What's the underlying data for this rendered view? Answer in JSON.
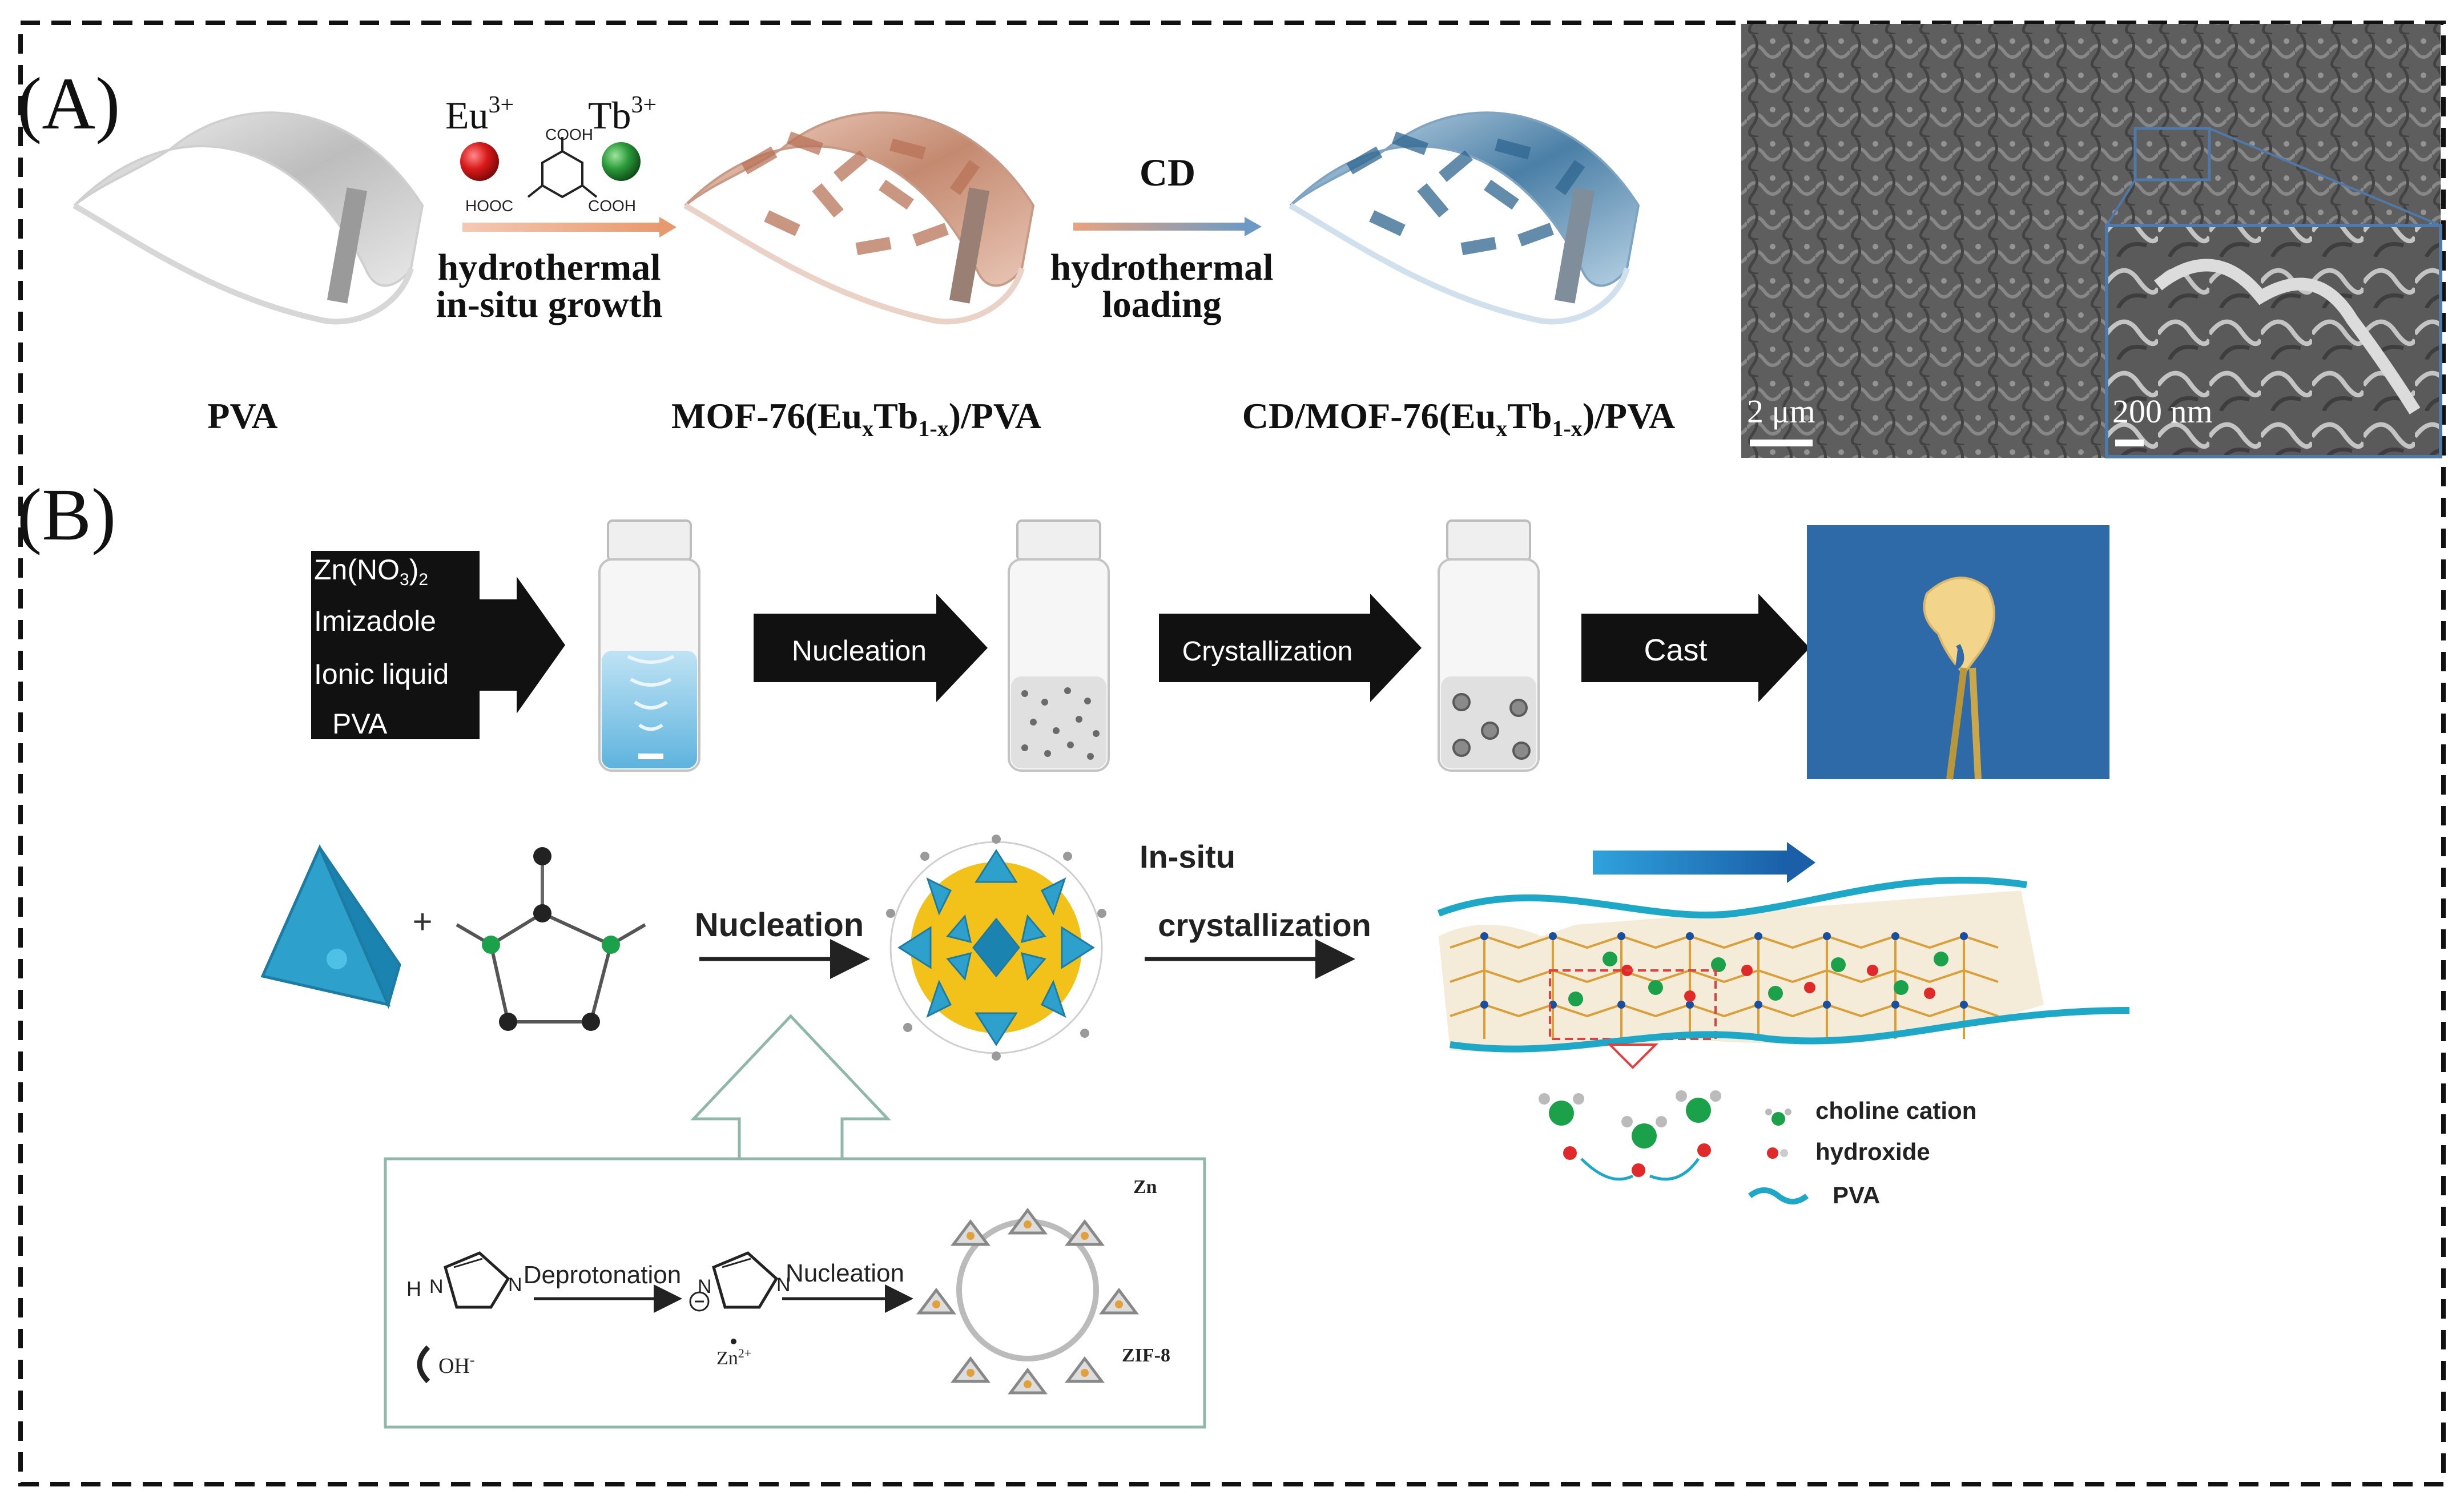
{
  "panel_a": {
    "label": "(A)",
    "ion_eu": "Eu",
    "ion_eu_sup": "3+",
    "ion_tb": "Tb",
    "ion_tb_sup": "3+",
    "linker_cooh_top": "COOH",
    "linker_hooc": "HOOC",
    "linker_cooh_right": "COOH",
    "step1_line1": "hydrothermal",
    "step1_line2": "in-situ growth",
    "step2_cd": "CD",
    "step2_line1": "hydrothermal",
    "step2_line2": "loading",
    "caption_pva": "PVA",
    "caption_mof_pre": "MOF-76(Eu",
    "caption_mof_x": "x",
    "caption_mof_tb": "Tb",
    "caption_mof_sub": "1-x",
    "caption_mof_post": ")/PVA",
    "caption_cd_pre": "CD/MOF-76(Eu",
    "caption_cd_x": "x",
    "caption_cd_tb": "Tb",
    "caption_cd_sub": "1-x",
    "caption_cd_post": ")/PVA",
    "sem_scale_main": "2 μm",
    "sem_scale_inset": "200 nm",
    "colors": {
      "eu_sphere": "#d91a1a",
      "tb_sphere": "#2a9a3a",
      "mof_film": "#d9a28a",
      "cd_film": "#5a8fb5"
    }
  },
  "panel_b": {
    "label": "(B)",
    "reagents": [
      "Zn(NO",
      "Imizadole",
      "Ionic liquid",
      "PVA"
    ],
    "reagent_zn_sub": "3",
    "reagent_zn_tail": ")",
    "reagent_zn_sub2": "2",
    "arrow_nucleation": "Nucleation",
    "arrow_crystallization": "Crystallization",
    "arrow_cast": "Cast",
    "nucleation_label": "Nucleation",
    "insitu_line1": "In-situ",
    "insitu_line2": "crystallization",
    "legend_choline": "choline cation",
    "legend_hydroxide": "hydroxide",
    "legend_pva": "PVA",
    "inset_deprotonation": "Deprotonation",
    "inset_nucleation": "Nucleation",
    "inset_h": "H",
    "inset_n1": "N",
    "inset_n2": "N",
    "inset_n3": "N",
    "inset_n4": "N",
    "inset_oh": "OH",
    "inset_oh_sup": "-",
    "inset_zn2": "Zn",
    "inset_zn2_sup": "2+",
    "inset_zn": "Zn",
    "inset_zif8": "ZIF-8",
    "colors": {
      "tetrahedron": "#2ea0cc",
      "photo_bg": "#2e6aa8",
      "film": "#f2d58a",
      "pva_line": "#1ea8c8",
      "choline": "#1aa14a",
      "hydroxide": "#e02a2a",
      "nucleus_core": "#f2c21a"
    }
  }
}
